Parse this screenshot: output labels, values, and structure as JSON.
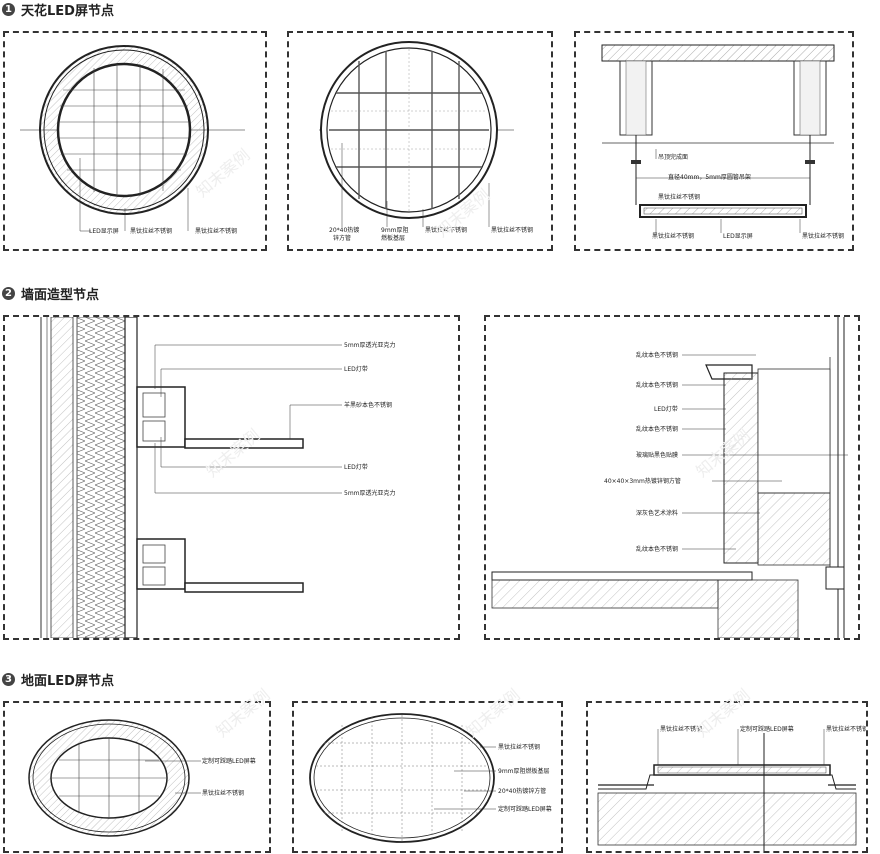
{
  "sections": [
    {
      "num": "1",
      "title": "天花LED屏节点"
    },
    {
      "num": "2",
      "title": "墙面造型节点"
    },
    {
      "num": "3",
      "title": "地面LED屏节点"
    }
  ],
  "p1a": {
    "l1": "LED显示屏",
    "l2": "黑钛拉丝不锈钢",
    "l3": "黑钛拉丝不锈钢"
  },
  "p1b": {
    "l1": "20*40热镀",
    "l1b": "锌方管",
    "l2": "9mm厚阻",
    "l2b": "燃板基层",
    "l3": "黑钛拉丝不锈钢",
    "l4": "黑钛拉丝不锈钢"
  },
  "p1c": {
    "l1": "吊顶完成面",
    "l2": "直径40mm，5mm厚圆管吊架",
    "l3": "黑钛拉丝不锈钢",
    "l4": "黑钛拉丝不锈钢",
    "l5": "LED显示屏",
    "l6": "黑钛拉丝不锈钢"
  },
  "p2a": {
    "l1": "5mm厚透光亚克力",
    "l2": "LED灯带",
    "l3": "羊黑砂本色不锈钢",
    "l4": "LED灯带",
    "l5": "5mm厚透光亚克力"
  },
  "p2b": {
    "l1": "乱纹本色不锈钢",
    "l2": "乱纹本色不锈钢",
    "l3": "LED灯带",
    "l4": "乱纹本色不锈钢",
    "l5": "玻璃贴黑色贴膜",
    "l6": "40×40×3mm热镀锌钢方管",
    "l7": "深灰色艺术涂料",
    "l8": "乱纹本色不锈钢"
  },
  "p3a": {
    "l1": "定制可踩踏LED屏幕",
    "l2": "黑钛拉丝不锈钢"
  },
  "p3b": {
    "l1": "黑钛拉丝不锈钢",
    "l2": "9mm厚阻燃板基层",
    "l3": "20*40热镀锌方管",
    "l4": "定制可踩踏LED屏幕"
  },
  "p3c": {
    "l1": "黑钛拉丝不锈钢",
    "l2": "定制可踩踏LED屏幕",
    "l3": "黑钛拉丝不锈钢"
  },
  "watermark": "知末案例"
}
